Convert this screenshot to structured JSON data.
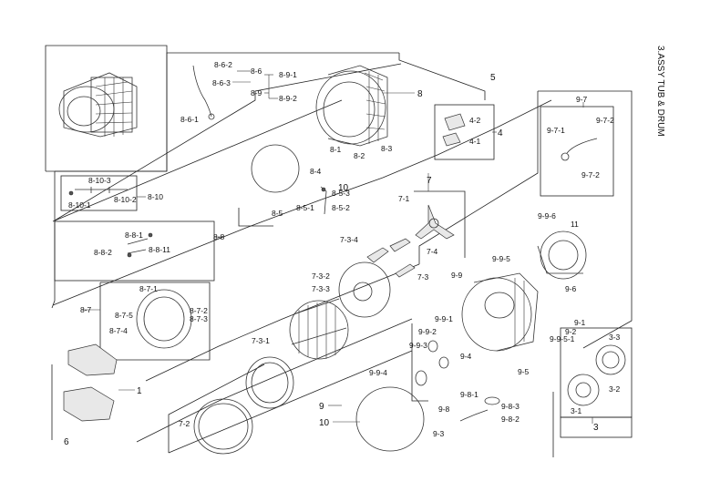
{
  "page": {
    "section_title": "3.ASSY TUB & DRUM"
  },
  "labels": {
    "l_8_6_2": "8-6-2",
    "l_8_6": "8-6",
    "l_8_6_3": "8-6-3",
    "l_8_9": "8-9",
    "l_8_9_1": "8-9-1",
    "l_8_9_2": "8-9-2",
    "l_8_6_1": "8-6-1",
    "l_8": "8",
    "l_8_1": "8-1",
    "l_8_2": "8-2",
    "l_8_3": "8-3",
    "l_8_4": "8-4",
    "l_10a": "10",
    "l_8_10_3": "8-10-3",
    "l_8_10_1": "8-10-1",
    "l_8_10_2": "8-10-2",
    "l_8_10": "8-10",
    "l_8_5_3": "8-5-3",
    "l_8_5_1": "8-5-1",
    "l_8_5_2": "8-5-2",
    "l_8_5": "8-5",
    "l_8_8_1": "8-8-1",
    "l_8_8_2": "8-8-2",
    "l_8_8_11": "8-8-11",
    "l_8_8": "8-8",
    "l_8_7": "8-7",
    "l_8_7_1": "8-7-1",
    "l_8_7_5": "8-7-5",
    "l_8_7_2": "8-7-2",
    "l_8_7_3": "8-7-3",
    "l_8_7_4": "8-7-4",
    "l_1": "1",
    "l_6": "6",
    "l_5": "5",
    "l_4_2": "4-2",
    "l_4": "4",
    "l_4_1": "4-1",
    "l_7": "7",
    "l_7_1": "7-1",
    "l_7_4": "7-4",
    "l_7_3_4": "7-3-4",
    "l_7_3_2": "7-3-2",
    "l_7_3_3": "7-3-3",
    "l_7_3": "7-3",
    "l_7_3_1": "7-3-1",
    "l_7_2": "7-2",
    "l_9_7": "9-7",
    "l_9_7_1": "9-7-1",
    "l_9_7_2a": "9-7-2",
    "l_9_7_2b": "9-7-2",
    "l_9_9_6": "9-9-6",
    "l_11": "11",
    "l_9_9_5": "9-9-5",
    "l_9_9": "9-9",
    "l_9_6": "9-6",
    "l_9_9_1": "9-9-1",
    "l_9_9_2": "9-9-2",
    "l_9_1": "9-1",
    "l_9_2": "9-2",
    "l_9_9_5_1": "9-9-5-1",
    "l_9_9_3": "9-9-3",
    "l_9_4": "9-4",
    "l_9_9_4": "9-9-4",
    "l_9_5": "9-5",
    "l_9": "9",
    "l_9_8_1": "9-8-1",
    "l_9_8": "9-8",
    "l_9_8_3": "9-8-3",
    "l_9_8_2": "9-8-2",
    "l_10b": "10",
    "l_9_3": "9-3",
    "l_3_3": "3-3",
    "l_3_2": "3-2",
    "l_3_1": "3-1",
    "l_3": "3"
  }
}
